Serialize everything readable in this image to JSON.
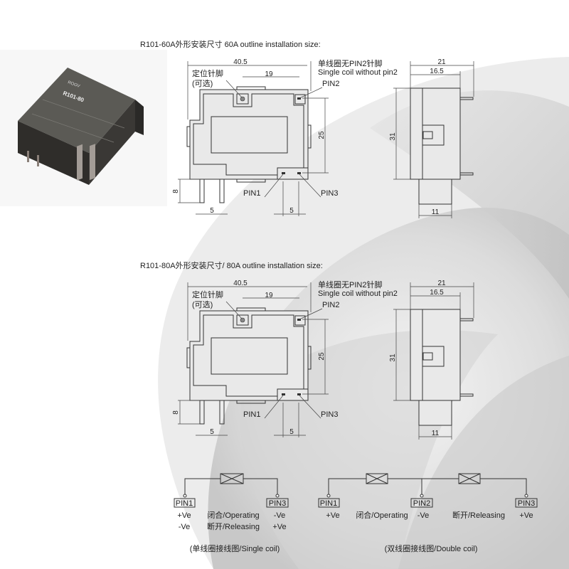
{
  "product_photo": {
    "logo_text": "ROGV",
    "model_text": "R101-80"
  },
  "drawings": [
    {
      "title": "R101-60A外形安装尺寸  60A outline installation size:",
      "dim_width": "40.5",
      "dim_pin_spacing": "19",
      "dim_height": "25",
      "dim_pin_len": "8",
      "dim_pin_left": "5",
      "dim_pin_right": "5",
      "dim_side_total": "21",
      "dim_side_body": "16.5",
      "dim_side_height": "31",
      "dim_side_base": "11",
      "locating_pin_cn": "定位针脚",
      "locating_pin_opt": "(可选)",
      "note_cn": "单线圈无PIN2针脚",
      "note_en": "Single coil without pin2",
      "pin1": "PIN1",
      "pin2": "PIN2",
      "pin3": "PIN3"
    },
    {
      "title": "R101-80A外形安装尺寸/ 80A outline installation size:",
      "dim_width": "40.5",
      "dim_pin_spacing": "19",
      "dim_height": "25",
      "dim_pin_len": "8",
      "dim_pin_left": "5",
      "dim_pin_right": "5",
      "dim_side_total": "21",
      "dim_side_body": "16.5",
      "dim_side_height": "31",
      "dim_side_base": "11",
      "locating_pin_cn": "定位针脚",
      "locating_pin_opt": "(可选)",
      "note_cn": "单线圈无PIN2针脚",
      "note_en": "Single coil without pin2",
      "pin1": "PIN1",
      "pin2": "PIN2",
      "pin3": "PIN3"
    }
  ],
  "single_coil": {
    "pin1": "PIN1",
    "pin3": "PIN3",
    "pin1_row1": "+Ve",
    "pin1_row2": "-Ve",
    "mode_row1": "闭合/Operating",
    "mode_row2": "断开/Releasing",
    "pin3_row1": "-Ve",
    "pin3_row2": "+Ve",
    "caption": "(单线圈接线图/Single coil)"
  },
  "double_coil": {
    "pin1": "PIN1",
    "pin2": "PIN2",
    "pin3": "PIN3",
    "pin1_val": "+Ve",
    "operating": "闭合/Operating",
    "pin2_val": "-Ve",
    "releasing": "断开/Releasing",
    "pin3_val": "+Ve",
    "caption": "(双线圈接线图/Double coil)"
  }
}
